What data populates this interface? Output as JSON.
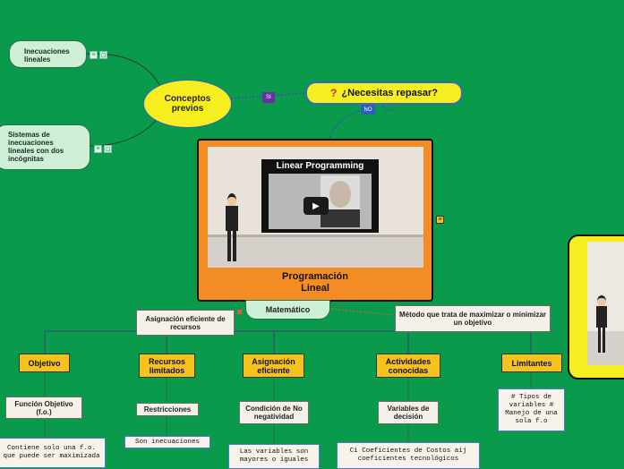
{
  "nodes": {
    "ineq_lin": "Inecuaciones lineales",
    "sistemas": "Sistemas de inecuaciones lineales con dos incógnitas",
    "conceptos": "Conceptos previos",
    "repasar_mark": "?",
    "repasar": "¿Necesitas repasar?",
    "si": "SI",
    "no": "NO",
    "video_title": "Linear Programming",
    "programacion": "Programación Lineal",
    "matematico": "Matemático",
    "asignacion_recursos": "Asignación eficiente de recursos",
    "metodo": "Método que trata de maximizar o minimizar un objetivo"
  },
  "categories": [
    {
      "title": "Objetivo",
      "sub": "Función Objetivo (f.o.)",
      "detail": "Contiene solo una f.o. que puede ser maximizada"
    },
    {
      "title": "Recursos limitados",
      "sub": "Restricciones",
      "detail": "Son inecuaciones"
    },
    {
      "title": "Asignación eficiente",
      "sub": "Condición de No negatividad",
      "detail": "Las variables son mayores o iguales"
    },
    {
      "title": "Actividades conocidas",
      "sub": "Variables de decisión",
      "detail": "Ci Coeficientes de Costos aij coeficientes tecnológicos"
    },
    {
      "title": "Limitantes",
      "sub": "",
      "detail": "# Tipos de variables # Manejo de una sola f.o"
    }
  ],
  "colors": {
    "background": "#0a9a4c",
    "accent": "#f48c25",
    "yellow": "#f7ee1f"
  }
}
